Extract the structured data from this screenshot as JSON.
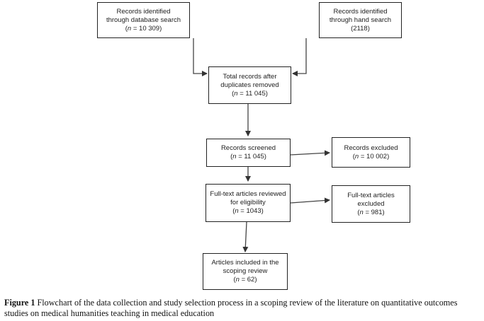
{
  "flowchart": {
    "db_search": {
      "line1": "Records identified",
      "line2": "through database search",
      "n_label": "n",
      "n_value": "= 10 309"
    },
    "hand_search": {
      "line1": "Records identified",
      "line2": "through hand search",
      "n_label": "",
      "n_value": "(2118)"
    },
    "total": {
      "line1": "Total records after",
      "line2": "duplicates removed",
      "n_label": "n",
      "n_value": "= 11 045"
    },
    "screened": {
      "line1": "Records screened",
      "n_label": "n",
      "n_value": "= 11 045"
    },
    "excluded": {
      "line1": "Records excluded",
      "n_label": "n",
      "n_value": "= 10 002"
    },
    "fulltext": {
      "line1": "Full-text articles reviewed",
      "line2": "for eligibility",
      "n_label": "n",
      "n_value": "= 1043"
    },
    "ft_excluded": {
      "line1": "Full-text articles",
      "line2": "excluded",
      "n_label": "n",
      "n_value": " = 981"
    },
    "included": {
      "line1": "Articles included in the",
      "line2": "scoping review",
      "n_label": "n",
      "n_value": "= 62"
    }
  },
  "caption": {
    "label": "Figure 1",
    "text": "Flowchart of the data collection and study selection process in a scoping review of the literature on quantitative outcomes studies on medical humanities teaching in medical education"
  }
}
